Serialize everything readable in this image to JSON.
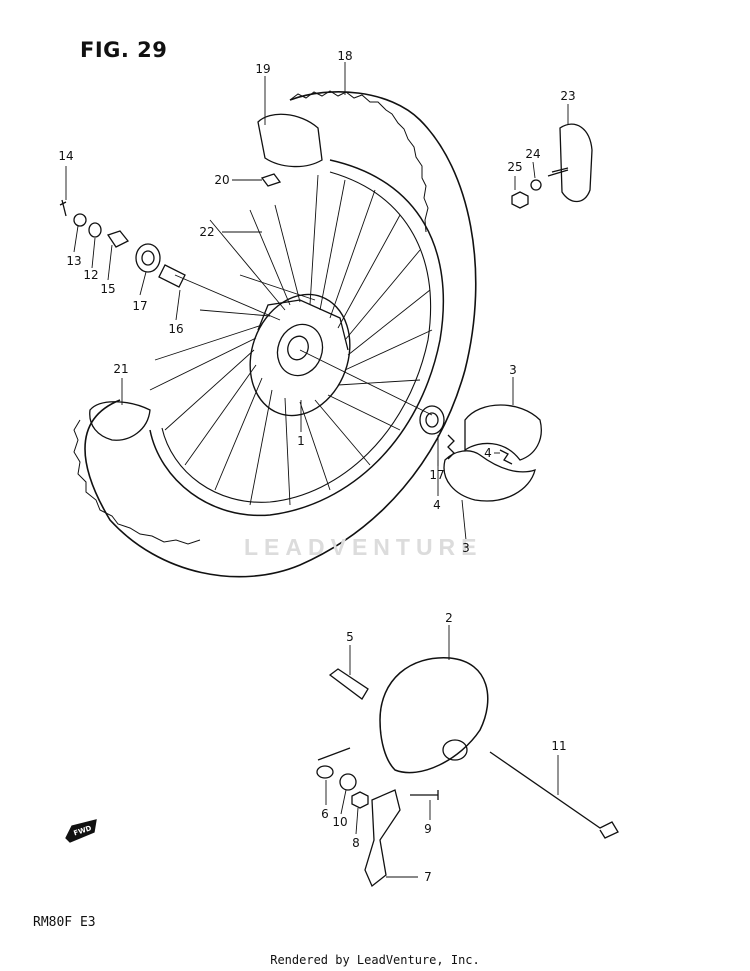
{
  "figure": {
    "title": "FIG. 29",
    "model_code": "RM80F  E3",
    "footer": "Rendered by LeadVenture, Inc.",
    "watermark": "LEADVENTURE",
    "fwd_label": "FWD"
  },
  "callouts": [
    {
      "id": "c1",
      "label": "1"
    },
    {
      "id": "c2",
      "label": "2"
    },
    {
      "id": "c3a",
      "label": "3"
    },
    {
      "id": "c3b",
      "label": "3"
    },
    {
      "id": "c4a",
      "label": "4"
    },
    {
      "id": "c4b",
      "label": "4"
    },
    {
      "id": "c5",
      "label": "5"
    },
    {
      "id": "c6",
      "label": "6"
    },
    {
      "id": "c7",
      "label": "7"
    },
    {
      "id": "c8",
      "label": "8"
    },
    {
      "id": "c9",
      "label": "9"
    },
    {
      "id": "c10",
      "label": "10"
    },
    {
      "id": "c11",
      "label": "11"
    },
    {
      "id": "c12",
      "label": "12"
    },
    {
      "id": "c13",
      "label": "13"
    },
    {
      "id": "c14",
      "label": "14"
    },
    {
      "id": "c15",
      "label": "15"
    },
    {
      "id": "c16",
      "label": "16"
    },
    {
      "id": "c17a",
      "label": "17"
    },
    {
      "id": "c17b",
      "label": "17"
    },
    {
      "id": "c18",
      "label": "18"
    },
    {
      "id": "c19",
      "label": "19"
    },
    {
      "id": "c20",
      "label": "20"
    },
    {
      "id": "c21",
      "label": "21"
    },
    {
      "id": "c22",
      "label": "22"
    },
    {
      "id": "c23",
      "label": "23"
    },
    {
      "id": "c24",
      "label": "24"
    },
    {
      "id": "c25",
      "label": "25"
    }
  ]
}
